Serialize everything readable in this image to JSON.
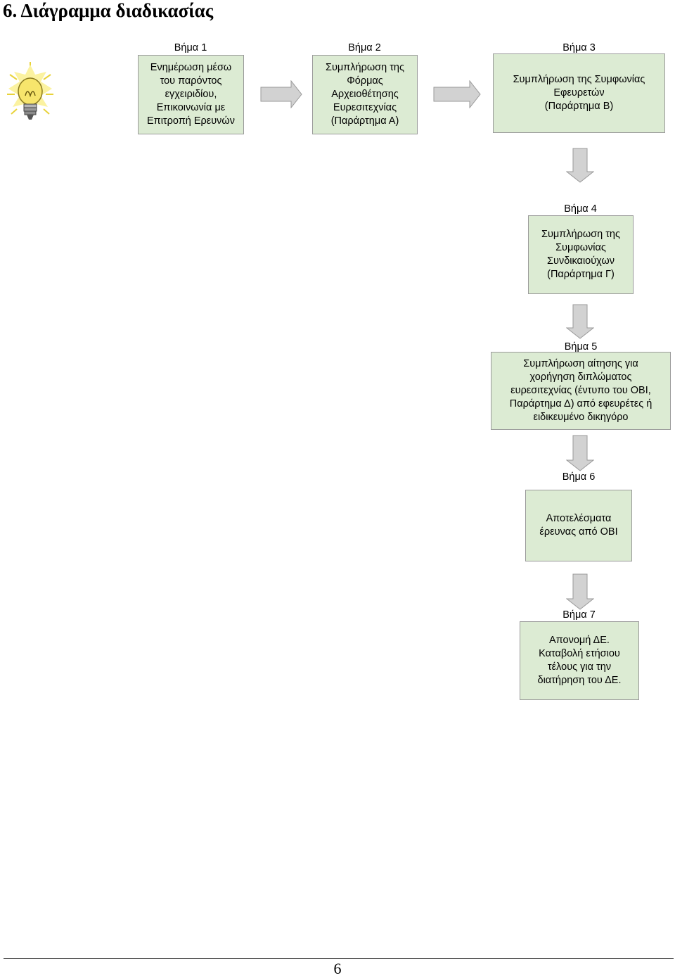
{
  "title": "6. Διάγραμμα διαδικασίας",
  "steps": [
    {
      "label": "Βήμα 1",
      "text": "Ενημέρωση μέσω\nτου παρόντος\nεγχειριδίου,\nΕπικοινωνία με\nΕπιτροπή Ερευνών"
    },
    {
      "label": "Βήμα 2",
      "text": "Συμπλήρωση της\nΦόρμας\nΑρχειοθέτησης\nΕυρεσιτεχνίας\n(Παράρτημα Α)"
    },
    {
      "label": "Βήμα 3",
      "text": "Συμπλήρωση της Συμφωνίας\nΕφευρετών\n(Παράρτημα Β)"
    },
    {
      "label": "Βήμα 4",
      "text": "Συμπλήρωση της\nΣυμφωνίας\nΣυνδικαιούχων\n(Παράρτημα Γ)"
    },
    {
      "label": "Βήμα 5",
      "text": "Συμπλήρωση αίτησης για\nχορήγηση διπλώματος\nευρεσιτεχνίας (έντυπο του ΟΒΙ,\nΠαράρτημα Δ) από εφευρέτες ή\nειδικευμένο δικηγόρο"
    },
    {
      "label": "Βήμα 6",
      "text": "Αποτελέσματα\nέρευνας από ΟΒΙ"
    },
    {
      "label": "Βήμα 7",
      "text": "Απονομή ΔΕ.\nΚαταβολή ετήσιου\nτέλους για την\nδιατήρηση του ΔΕ."
    }
  ],
  "icon": "lightbulb-icon",
  "colors": {
    "box_fill": "#dcebd3",
    "box_border": "#9a9a9a",
    "arrow_fill": "#d2d2d2"
  },
  "page_number": "6"
}
